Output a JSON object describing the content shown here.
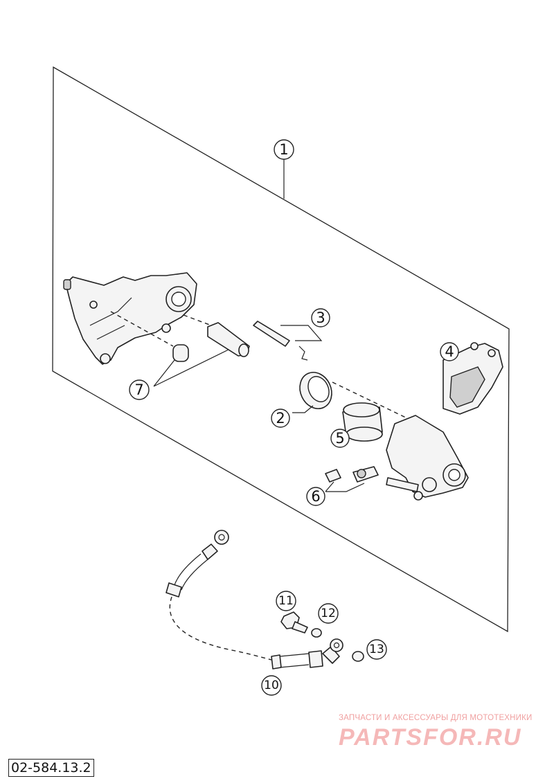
{
  "drawing_code": "02-584.13.2",
  "watermark": {
    "tagline": "ЗАПЧАСТИ И АКСЕССУАРЫ ДЛЯ МОТОТЕХНИКИ",
    "logo": "PARTSFOR.RU"
  },
  "callouts": [
    "1",
    "2",
    "3",
    "4",
    "5",
    "6",
    "7",
    "10",
    "11",
    "12",
    "13"
  ]
}
